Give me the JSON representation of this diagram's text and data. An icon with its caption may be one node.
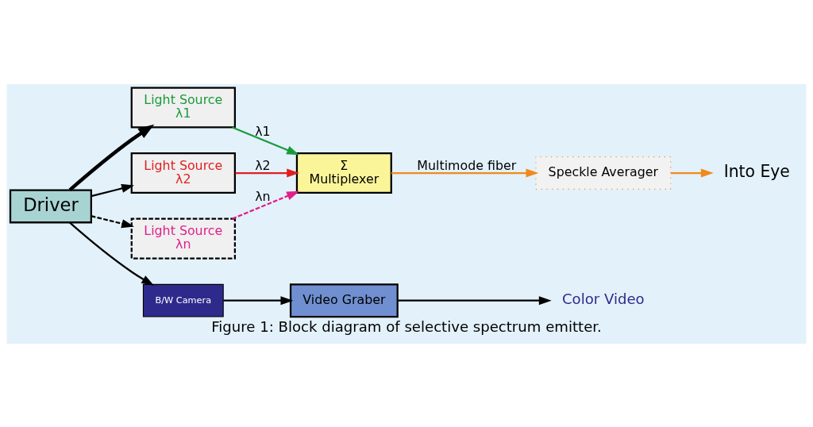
{
  "diagram": {
    "caption": "Figure 1: Block diagram of selective spectrum emitter.",
    "nodes": [
      {
        "text": [
          "Light Source",
          "λ1"
        ]
      },
      {
        "text": [
          "Light Source",
          "λ2"
        ]
      },
      {
        "text": [
          "Light Source",
          "λn"
        ]
      },
      {
        "text": [
          "Σ",
          "Multiplexer"
        ]
      },
      {
        "text": [
          "Speckle Averager"
        ]
      },
      {
        "text": [
          "Into Eye"
        ]
      },
      {
        "text": [
          "Driver"
        ]
      },
      {
        "text": [
          "B/W Camera"
        ]
      },
      {
        "text": [
          "Video Graber"
        ]
      },
      {
        "text": [
          "Color Video"
        ]
      }
    ],
    "edges": [
      {
        "from": 6,
        "to": 0,
        "arrow": "to",
        "style": "thick"
      },
      {
        "from": 6,
        "to": 1,
        "arrow": "to"
      },
      {
        "from": 6,
        "to": 2,
        "arrow": "to",
        "style": "dashed"
      },
      {
        "from": 0,
        "to": 3,
        "arrow": "to",
        "label": "λ1",
        "color": "#1a9a3a"
      },
      {
        "from": 1,
        "to": 3,
        "arrow": "to",
        "label": "λ2",
        "color": "#e02020"
      },
      {
        "from": 2,
        "to": 3,
        "arrow": "to",
        "label": "λn",
        "style": "dashed",
        "color": "#e0208a"
      },
      {
        "from": 3,
        "to": 4,
        "arrow": "to",
        "label": "Multimode fiber",
        "color": "#f08a1c"
      },
      {
        "from": 4,
        "to": 5,
        "arrow": "to",
        "color": "#f08a1c"
      },
      {
        "from": 6,
        "to": 7,
        "arrow": "to"
      },
      {
        "from": 7,
        "to": 8,
        "arrow": "to"
      },
      {
        "from": 8,
        "to": 9,
        "arrow": "to"
      }
    ]
  }
}
